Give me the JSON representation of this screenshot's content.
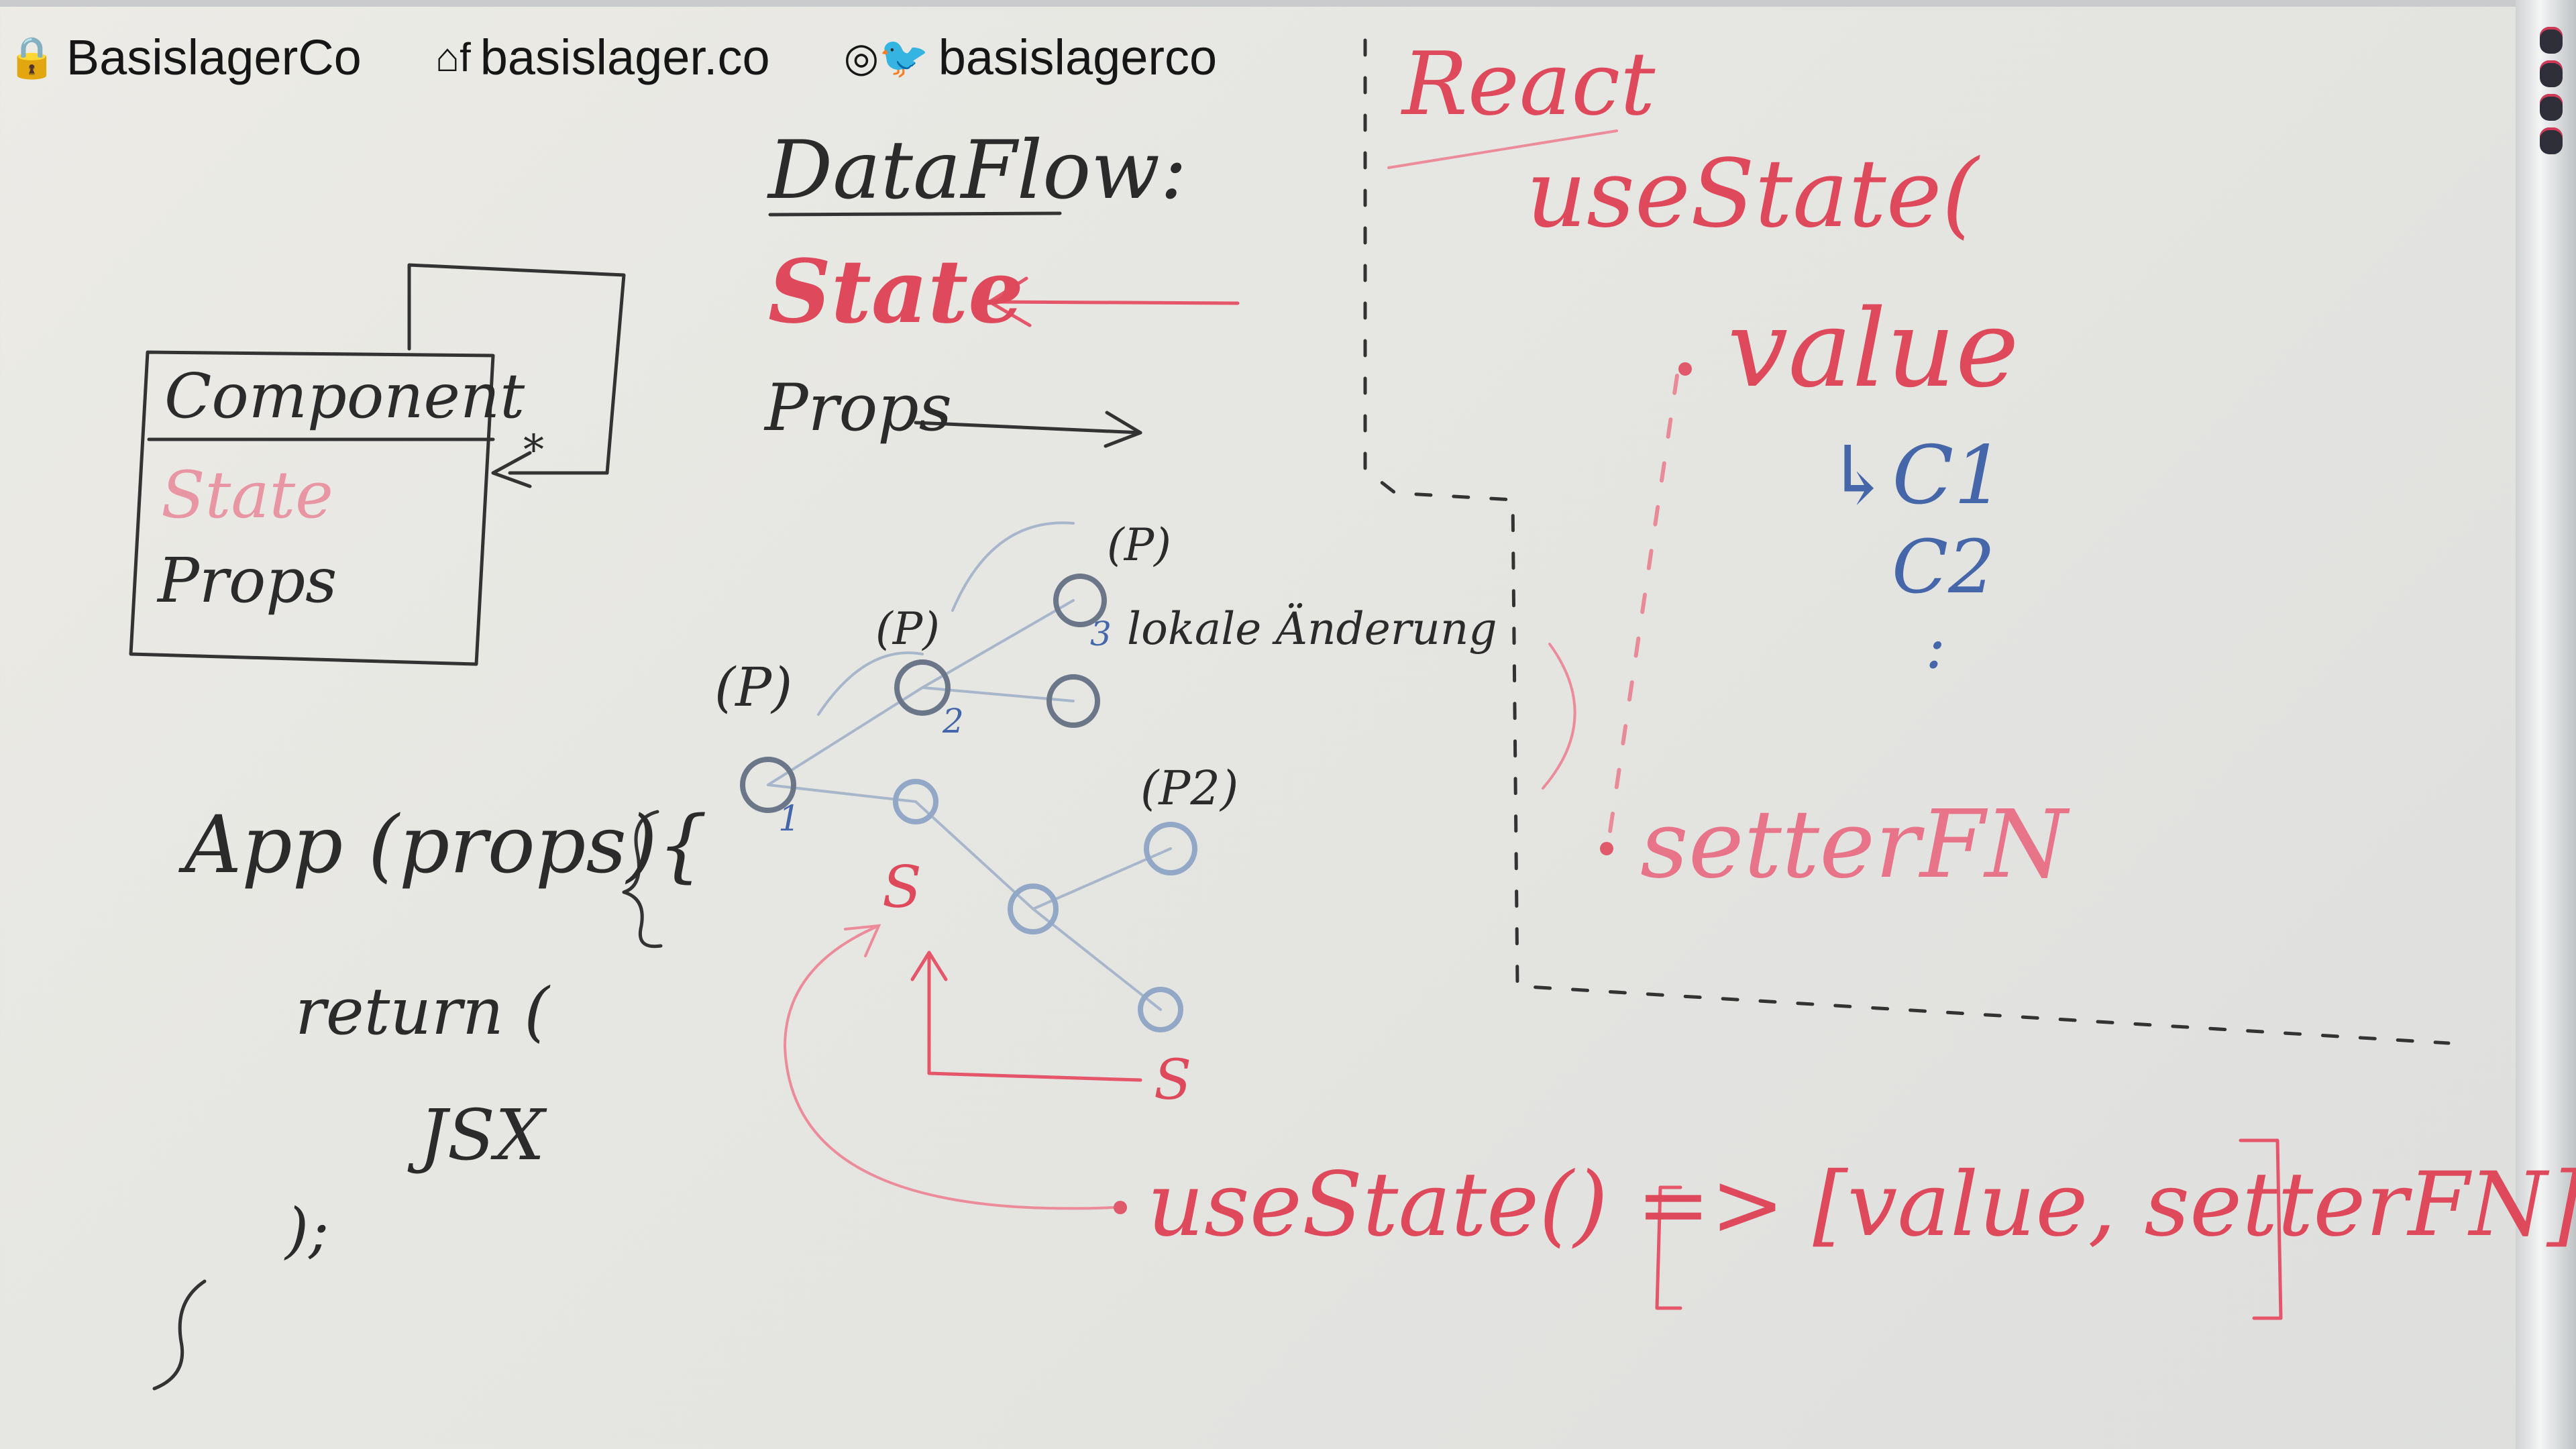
{
  "social": {
    "website_label": "BasislagerCo",
    "website_icon": "lock-icon",
    "facebook_label": "basislager.co",
    "facebook_icon": "home-facebook-icon",
    "instagram_label": "basislagerco",
    "instagram_icon": "instagram-twitter-icon"
  },
  "board": {
    "class_box": {
      "title": "Component",
      "field_state": "State",
      "field_props": "Props",
      "multiplicity": "*"
    },
    "dataflow": {
      "heading": "DataFlow:",
      "state": "State",
      "props": "Props"
    },
    "tree": {
      "label_p1": "(P)",
      "label_p2": "(P)",
      "label_p3": "(P)",
      "label_p4": "(P2)",
      "num_1": "1",
      "num_2": "2",
      "num_3": "3",
      "local_change": "lokale Änderung",
      "s_top": "S",
      "s_bottom": "S"
    },
    "code": {
      "line1": "App (props){",
      "line2": "return (",
      "line3": "JSX",
      "line4": ");",
      "line5": "}"
    },
    "react": {
      "heading": "React",
      "use_state": "useState(",
      "value": "value",
      "c1": "↳C1",
      "c2": "C2",
      "ellipsis": ":",
      "setter": "setterFN",
      "bottom_signature": "useState() => [value, setterFN]"
    }
  },
  "colors": {
    "marker_red": "#de4a5c",
    "marker_blue": "#4566a8",
    "marker_black": "#2b2b2b",
    "board_white": "#e8e8e4"
  }
}
